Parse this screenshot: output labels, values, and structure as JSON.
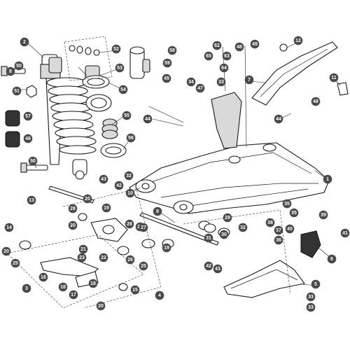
{
  "callouts": [
    {
      "id": "c1",
      "label": "1"
    },
    {
      "id": "c2",
      "label": "2"
    },
    {
      "id": "c3",
      "label": "3"
    },
    {
      "id": "c4",
      "label": "4"
    },
    {
      "id": "c5",
      "label": "5"
    },
    {
      "id": "c6",
      "label": "6"
    },
    {
      "id": "c7",
      "label": "7"
    },
    {
      "id": "c8",
      "label": "8"
    },
    {
      "id": "c9",
      "label": "9"
    },
    {
      "id": "c10",
      "label": "10"
    },
    {
      "id": "c11",
      "label": "11"
    },
    {
      "id": "c12",
      "label": "12"
    },
    {
      "id": "c13",
      "label": "13"
    },
    {
      "id": "c14",
      "label": "14"
    },
    {
      "id": "c15",
      "label": "15"
    },
    {
      "id": "c16",
      "label": "16"
    },
    {
      "id": "c17",
      "label": "17"
    },
    {
      "id": "c18a",
      "label": "18"
    },
    {
      "id": "c18b",
      "label": "18"
    },
    {
      "id": "c19a",
      "label": "19"
    },
    {
      "id": "c19b",
      "label": "19"
    },
    {
      "id": "c20a",
      "label": "20"
    },
    {
      "id": "c20b",
      "label": "20"
    },
    {
      "id": "c20c",
      "label": "20"
    },
    {
      "id": "c20d",
      "label": "20"
    },
    {
      "id": "c21",
      "label": "21"
    },
    {
      "id": "c22",
      "label": "22"
    },
    {
      "id": "c23",
      "label": "23"
    },
    {
      "id": "c24",
      "label": "24"
    },
    {
      "id": "c25a",
      "label": "25"
    },
    {
      "id": "c25b",
      "label": "25"
    },
    {
      "id": "c26a",
      "label": "26"
    },
    {
      "id": "c26b",
      "label": "26"
    },
    {
      "id": "c27",
      "label": "27"
    },
    {
      "id": "c28",
      "label": "28"
    },
    {
      "id": "c29",
      "label": "29"
    },
    {
      "id": "c30",
      "label": "30"
    },
    {
      "id": "c31",
      "label": "31"
    },
    {
      "id": "c32a",
      "label": "32"
    },
    {
      "id": "c32b",
      "label": "32"
    },
    {
      "id": "c33a",
      "label": "33"
    },
    {
      "id": "c33b",
      "label": "33"
    },
    {
      "id": "c33c",
      "label": "33"
    },
    {
      "id": "c34",
      "label": "34"
    },
    {
      "id": "c35a",
      "label": "35"
    },
    {
      "id": "c35b",
      "label": "35"
    },
    {
      "id": "c36",
      "label": "36"
    },
    {
      "id": "c37",
      "label": "37"
    },
    {
      "id": "c38",
      "label": "38"
    },
    {
      "id": "c39",
      "label": "39"
    },
    {
      "id": "c40",
      "label": "40"
    },
    {
      "id": "c41",
      "label": "41"
    },
    {
      "id": "c42a",
      "label": "42"
    },
    {
      "id": "c42b",
      "label": "42"
    },
    {
      "id": "c43a",
      "label": "43"
    },
    {
      "id": "c43b",
      "label": "43"
    },
    {
      "id": "c44a",
      "label": "44"
    },
    {
      "id": "c44b",
      "label": "44"
    },
    {
      "id": "c45",
      "label": "45"
    },
    {
      "id": "c46",
      "label": "46"
    },
    {
      "id": "c47",
      "label": "47"
    },
    {
      "id": "c48a",
      "label": "48"
    },
    {
      "id": "c48b",
      "label": "48"
    },
    {
      "id": "c49",
      "label": "49"
    },
    {
      "id": "c50a",
      "label": "50"
    },
    {
      "id": "c50b",
      "label": "50"
    },
    {
      "id": "c51",
      "label": "51"
    },
    {
      "id": "c52",
      "label": "52"
    },
    {
      "id": "c53",
      "label": "53"
    },
    {
      "id": "c54",
      "label": "54"
    },
    {
      "id": "c55",
      "label": "55"
    },
    {
      "id": "c56",
      "label": "56"
    },
    {
      "id": "c57",
      "label": "57"
    },
    {
      "id": "c58",
      "label": "58"
    },
    {
      "id": "c59",
      "label": "59"
    },
    {
      "id": "c62",
      "label": "62"
    },
    {
      "id": "c63",
      "label": "63"
    },
    {
      "id": "c64",
      "label": "64"
    },
    {
      "id": "c65",
      "label": "65"
    }
  ],
  "colors": {
    "callout_fill": "#4a4a4a",
    "callout_text": "#ffffff",
    "line": "#1a1a1a"
  }
}
